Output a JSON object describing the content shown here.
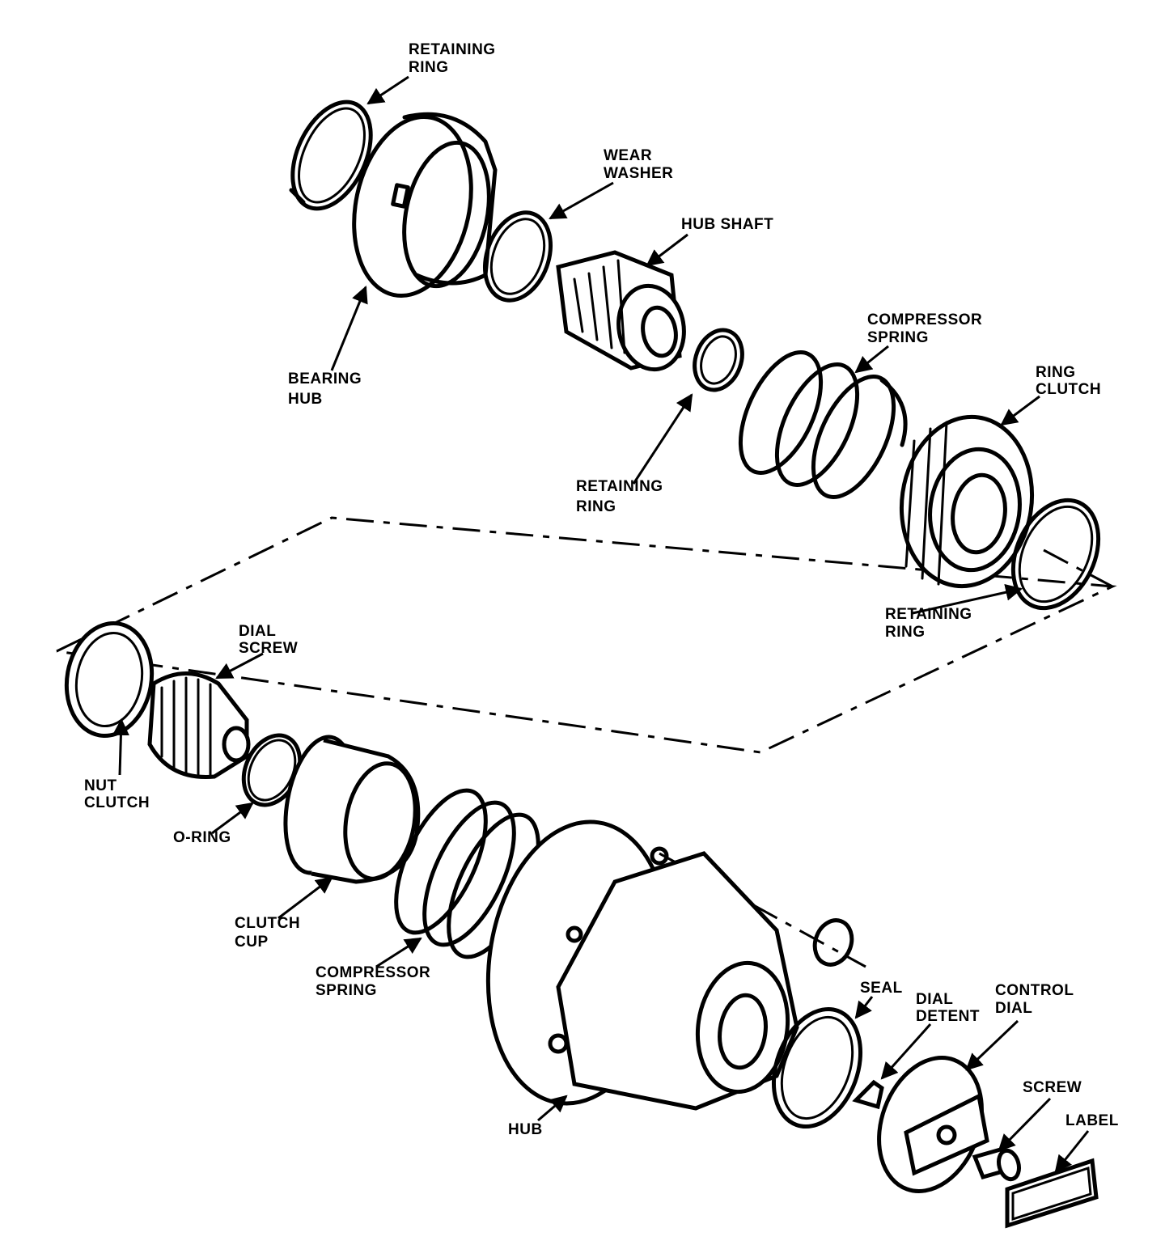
{
  "labels": {
    "retaining_ring_top": [
      "RETAINING",
      "RING"
    ],
    "wear_washer": [
      "WEAR",
      "WASHER"
    ],
    "hub_shaft": [
      "HUB SHAFT"
    ],
    "compressor_spring_top": [
      "COMPRESSOR",
      "SPRING"
    ],
    "bearing_hub": [
      "BEARING",
      "HUB"
    ],
    "ring_clutch": [
      "RING",
      "CLUTCH"
    ],
    "retaining_ring_middle": [
      "RETAINING",
      "RING"
    ],
    "retaining_ring_right": [
      "RETAINING",
      "RING"
    ],
    "dial_screw": [
      "DIAL",
      "SCREW"
    ],
    "nut_clutch": [
      "NUT",
      "CLUTCH"
    ],
    "o_ring": [
      "O-RING"
    ],
    "clutch_cup": [
      "CLUTCH",
      "CUP"
    ],
    "compressor_spring_bottom": [
      "COMPRESSOR",
      "SPRING"
    ],
    "seal": [
      "SEAL"
    ],
    "dial_detent": [
      "DIAL",
      "DETENT"
    ],
    "control_dial": [
      "CONTROL",
      "DIAL"
    ],
    "screw": [
      "SCREW"
    ],
    "label": [
      "LABEL"
    ],
    "hub": [
      "HUB"
    ]
  }
}
